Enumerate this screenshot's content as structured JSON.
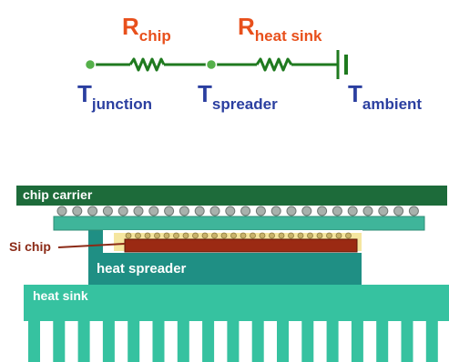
{
  "circuit": {
    "r_chip": {
      "main": "R",
      "sub": "chip"
    },
    "r_heat_sink": {
      "main": "R",
      "sub": "heat sink"
    },
    "t_junction": {
      "main": "T",
      "sub": "junction"
    },
    "t_spreader": {
      "main": "T",
      "sub": "spreader"
    },
    "t_ambient": {
      "main": "T",
      "sub": "ambient"
    }
  },
  "package": {
    "chip_carrier": "chip carrier",
    "si_chip": "Si chip",
    "heat_spreader": "heat spreader",
    "heat_sink": "heat sink"
  },
  "colors": {
    "resistor_label": "#e8501c",
    "temperature_label": "#2b3fa0",
    "wire": "#1f7a1f",
    "node": "#55b04a",
    "chip_carrier": "#1d6b3a",
    "substrate": "#3fb59a",
    "heat_spreader": "#1f8f84",
    "heat_sink": "#36c2a0",
    "si_chip": "#9b2a13",
    "bump": "#a8b1ac"
  }
}
